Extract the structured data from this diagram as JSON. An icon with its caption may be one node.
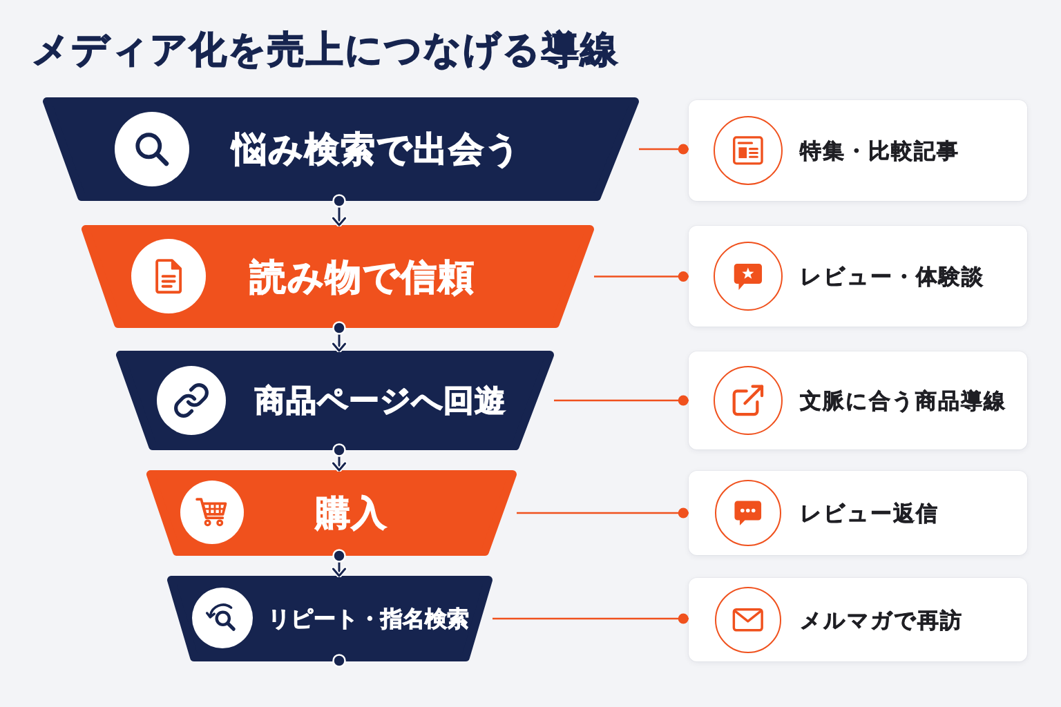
{
  "diagram": {
    "title": "メディア化を売上につなげる導線",
    "nodes": [
      {
        "text": [
          "悩み検索で出会う"
        ]
      },
      {
        "text": [
          "読み物で信頼"
        ]
      },
      {
        "text": [
          "商品ページへ回遊"
        ]
      },
      {
        "text": [
          "購入"
        ]
      },
      {
        "text": [
          "リピート・指名検索"
        ]
      },
      {
        "text": [
          "特集・比較記事"
        ]
      },
      {
        "text": [
          "レビュー・体験談"
        ]
      },
      {
        "text": [
          "文脈に合う商品導線"
        ]
      },
      {
        "text": [
          "レビュー返信"
        ]
      },
      {
        "text": [
          "メルマガで再訪"
        ]
      }
    ],
    "edges": [
      {
        "from": 0,
        "to": 1,
        "arrow": "to",
        "color": "#16244f"
      },
      {
        "from": 1,
        "to": 2,
        "arrow": "to",
        "color": "#16244f"
      },
      {
        "from": 2,
        "to": 3,
        "arrow": "to",
        "color": "#16244f"
      },
      {
        "from": 3,
        "to": 4,
        "arrow": "to",
        "color": "#16244f"
      },
      {
        "from": 0,
        "to": 5,
        "arrow": "other"
      },
      {
        "from": 1,
        "to": 6,
        "arrow": "other"
      },
      {
        "from": 2,
        "to": 7,
        "arrow": "other"
      },
      {
        "from": 3,
        "to": 8,
        "arrow": "other"
      },
      {
        "from": 4,
        "to": 9,
        "arrow": "other"
      }
    ]
  }
}
